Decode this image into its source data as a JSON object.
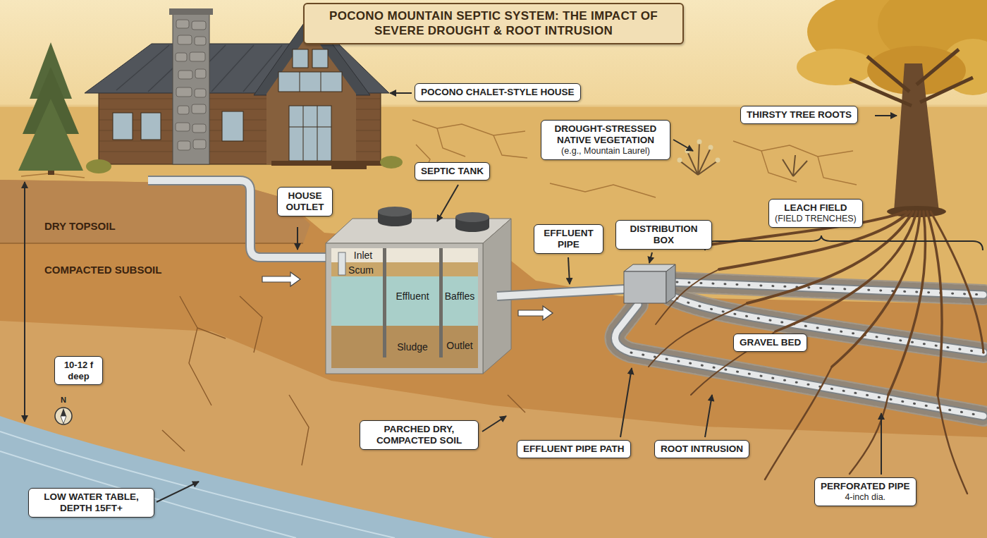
{
  "diagram": {
    "title": "POCONO MOUNTAIN SEPTIC SYSTEM: THE IMPACT OF SEVERE DROUGHT & ROOT INTRUSION",
    "nodes": [
      {
        "text": [
          "POCONO CHALET-STYLE HOUSE"
        ]
      },
      {
        "text": [
          "THIRSTY TREE ROOTS"
        ]
      },
      {
        "text": [
          "DROUGHT-STRESSED NATIVE VEGETATION",
          "(e.g., Mountain Laurel)"
        ]
      },
      {
        "text": [
          "SEPTIC TANK"
        ]
      },
      {
        "text": [
          "HOUSE OUTLET"
        ]
      },
      {
        "text": [
          "LEACH FIELD",
          "(FIELD TRENCHES)"
        ]
      },
      {
        "text": [
          "EFFLUENT PIPE"
        ]
      },
      {
        "text": [
          "DISTRIBUTION BOX"
        ]
      },
      {
        "text": [
          "GRAVEL BED"
        ]
      },
      {
        "text": [
          "10-12 f deep"
        ]
      },
      {
        "text": [
          "PARCHED DRY, COMPACTED SOIL"
        ]
      },
      {
        "text": [
          "EFFLUENT PIPE PATH"
        ]
      },
      {
        "text": [
          "ROOT INTRUSION"
        ]
      },
      {
        "text": [
          "PERFORATED PIPE",
          "4-inch dia."
        ]
      },
      {
        "text": [
          "LOW WATER TABLE, DEPTH 15FT+"
        ]
      }
    ],
    "labels": [
      "DRY TOPSOIL",
      "COMPACTED SUBSOIL",
      "Inlet",
      "Scum",
      "Effluent",
      "Baffles",
      "Sludge",
      "Outlet",
      "N"
    ]
  }
}
